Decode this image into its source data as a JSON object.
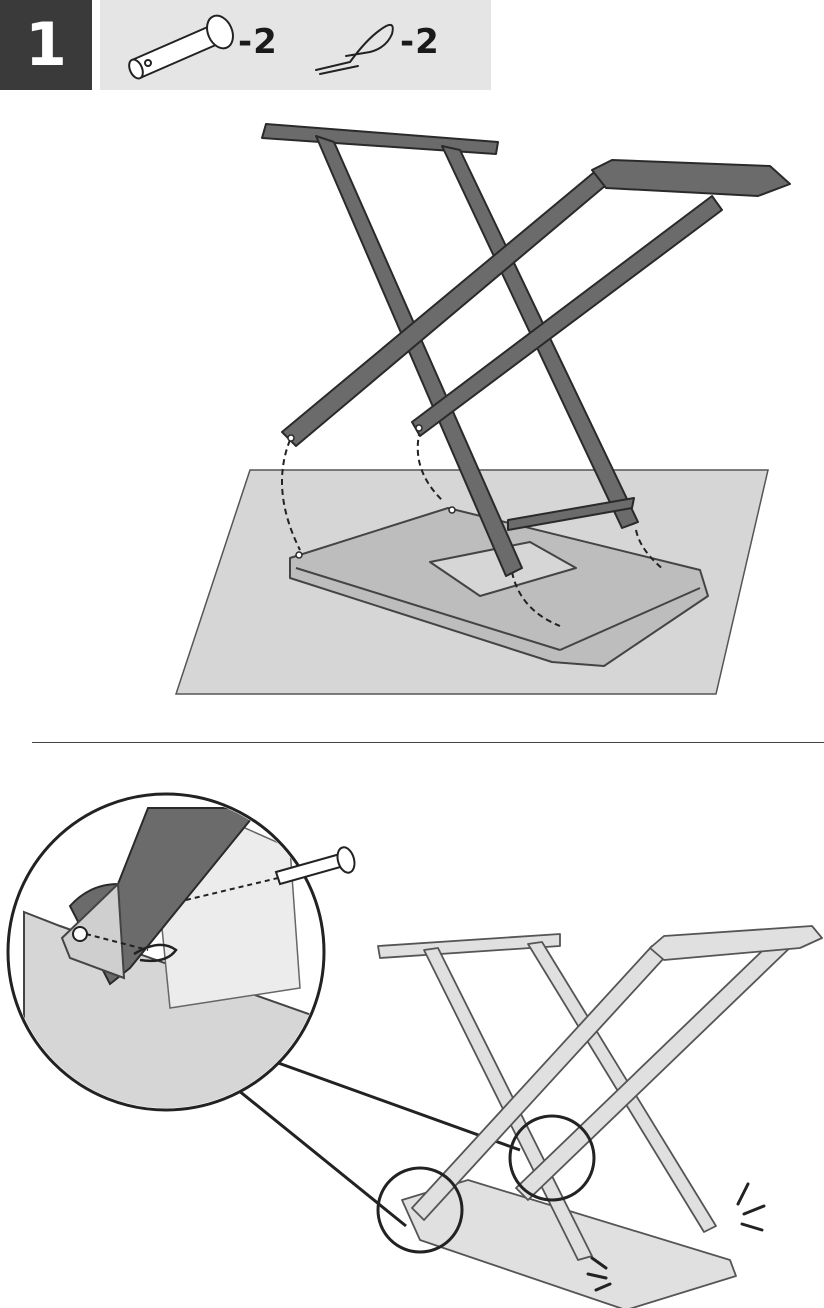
{
  "step": {
    "number": "1"
  },
  "parts": [
    {
      "icon": "clevis-pin-icon",
      "quantity": "-2"
    },
    {
      "icon": "hairpin-clip-icon",
      "quantity": "-2"
    }
  ],
  "colors": {
    "badge": "#3a3a3a",
    "parts_panel": "#e5e5e5",
    "frame_dark": "#6b6b6b",
    "frame_light": "#d2d2d2",
    "base_floor": "#d6d6d6"
  }
}
